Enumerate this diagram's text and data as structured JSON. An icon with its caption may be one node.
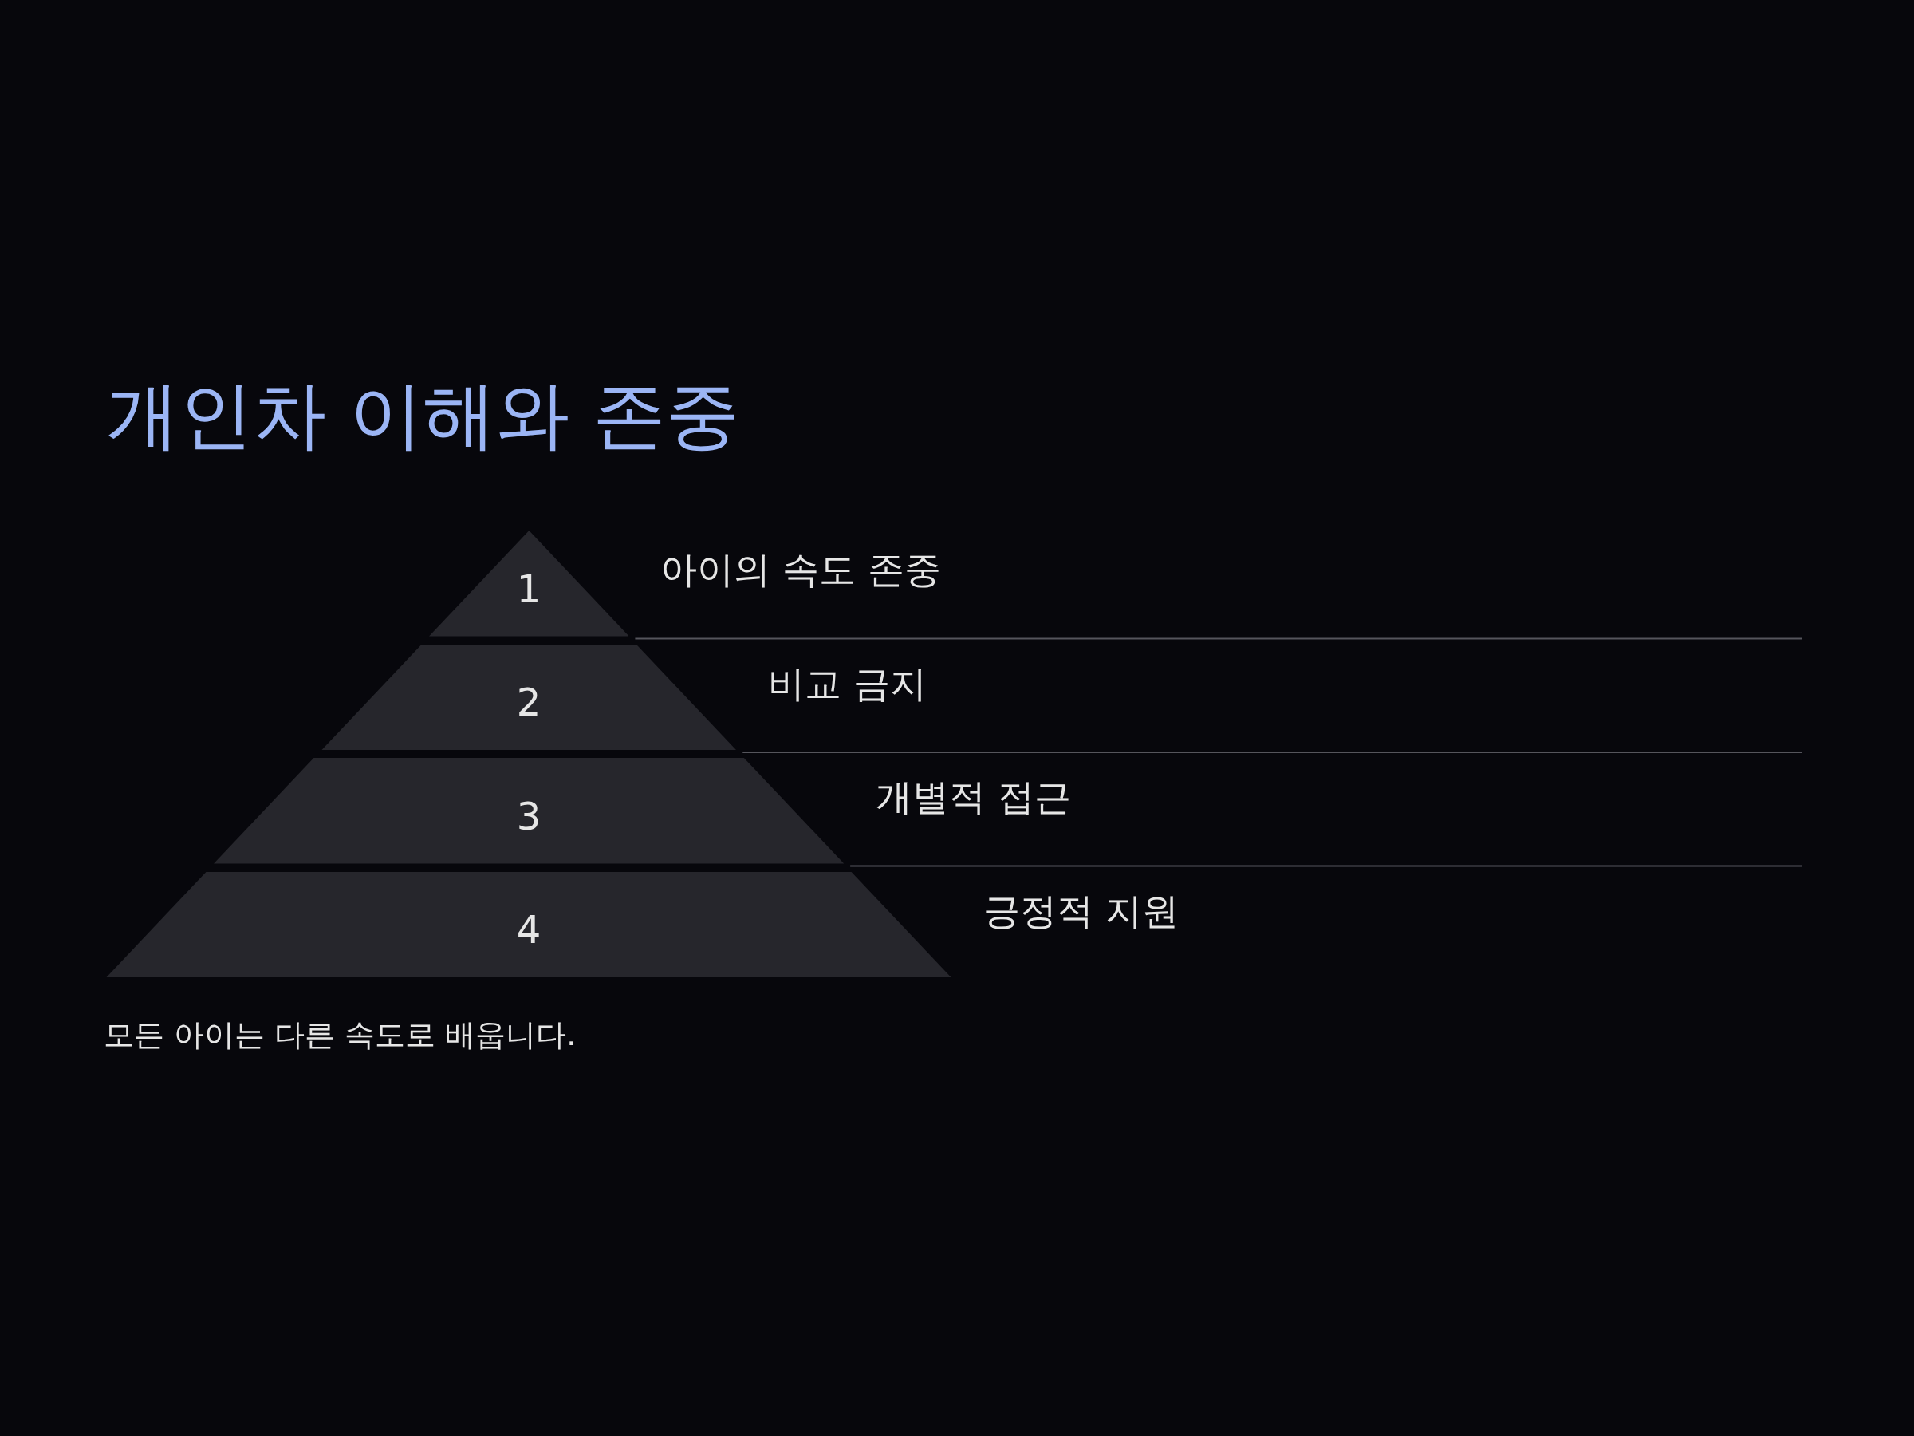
{
  "diagram": {
    "title": "개인차 이해와 존중",
    "caption": "모든 아이는 다른 속도로 배웁니다.",
    "nodes": [
      {
        "text": [
          "1"
        ],
        "beside": [
          "아이의 속도 존중"
        ]
      },
      {
        "text": [
          "2"
        ],
        "beside": [
          "비교 금지"
        ]
      },
      {
        "text": [
          "3"
        ],
        "beside": [
          "개별적 접근"
        ]
      },
      {
        "text": [
          "4"
        ],
        "beside": [
          "긍정적 지원"
        ]
      }
    ],
    "edges": []
  }
}
